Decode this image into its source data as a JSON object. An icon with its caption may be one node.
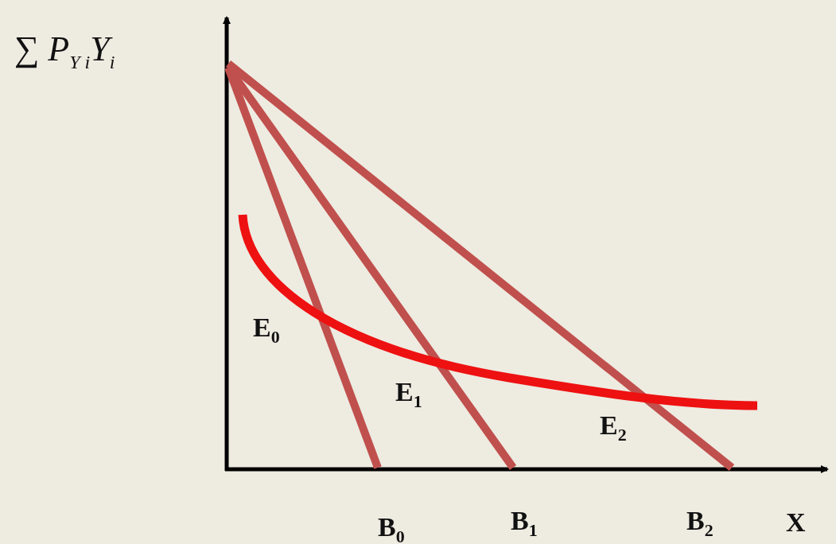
{
  "diagram": {
    "labels": [
      "∑ P$_{Y i}$Y$_{i}$",
      "E$_{0}$",
      "E$_{1}$",
      "E$_{2}$",
      "B$_{0}$",
      "B$_{1}$",
      "B$_{2}$",
      "X"
    ]
  }
}
